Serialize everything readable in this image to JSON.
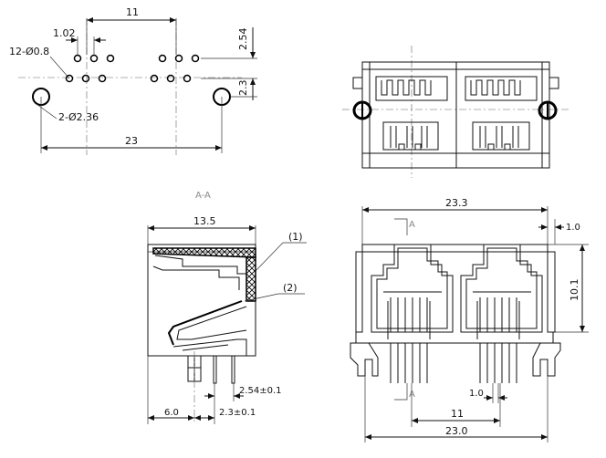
{
  "footprint": {
    "pitch_top": "11",
    "pin_pitch": "1.02",
    "pin_holes": "12-Ø0.8",
    "row_pitch_v": "2.54",
    "mount_holes": "2-Ø2.36",
    "hole_offset_v": "2.3",
    "span_bottom": "23"
  },
  "section": {
    "title": "A-A",
    "depth": "13.5",
    "callout_1": "(1)",
    "callout_2": "(2)",
    "pin_pitch": "2.54±0.1",
    "post_offset": "6.0",
    "post_gap": "2.3±0.1"
  },
  "front": {
    "width_top": "23.3",
    "edge": "1.0",
    "height": "10.1",
    "section_mark_top": "A",
    "section_mark_bottom": "A",
    "pin_gap": "1.0",
    "port_pitch": "11",
    "width_bottom": "23.0"
  }
}
